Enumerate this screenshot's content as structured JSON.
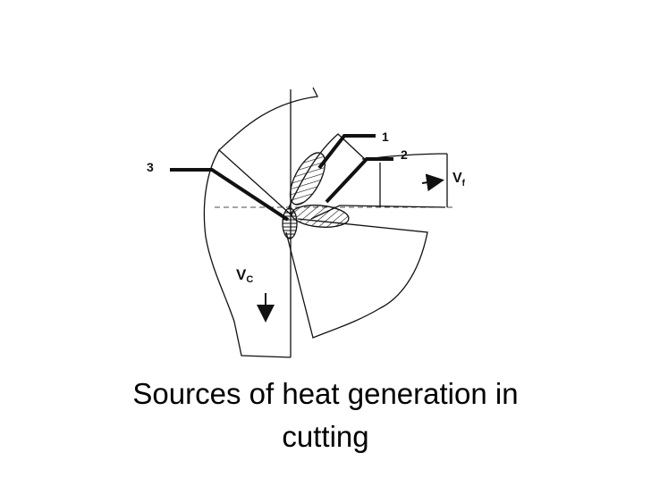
{
  "diagram": {
    "labels": {
      "zone_1": "1",
      "zone_2": "2",
      "zone_3": "3",
      "feed_velocity_main": "V",
      "feed_velocity_sub": "f",
      "cutting_velocity_main": "V",
      "cutting_velocity_sub": "C"
    }
  },
  "caption": {
    "line_1": "Sources of heat generation in",
    "line_2": "cutting"
  },
  "colors": {
    "ink": "#111111",
    "background": "#ffffff"
  }
}
